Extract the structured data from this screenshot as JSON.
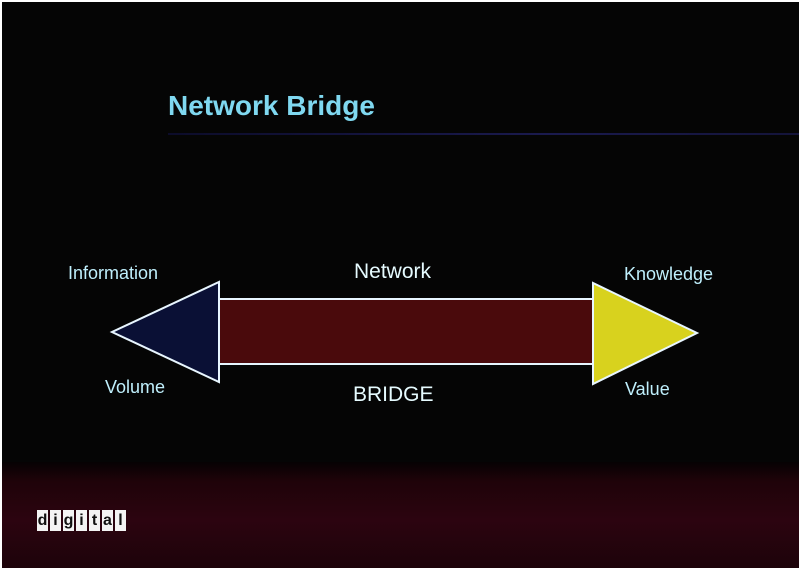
{
  "slide": {
    "title": "Network Bridge",
    "logo_text": "digital"
  },
  "diagram": {
    "left_top_label": "Information",
    "left_bottom_label": "Volume",
    "center_top_label": "Network",
    "center_bottom_label": "BRIDGE",
    "right_top_label": "Knowledge",
    "right_bottom_label": "Value",
    "colors": {
      "left_arrowhead": "#0a1035",
      "shaft": "#4a0a0c",
      "right_arrowhead": "#d8d21e",
      "outline": "#e8f6ff",
      "title": "#7fd8f0",
      "label": "#bfeffc"
    }
  }
}
